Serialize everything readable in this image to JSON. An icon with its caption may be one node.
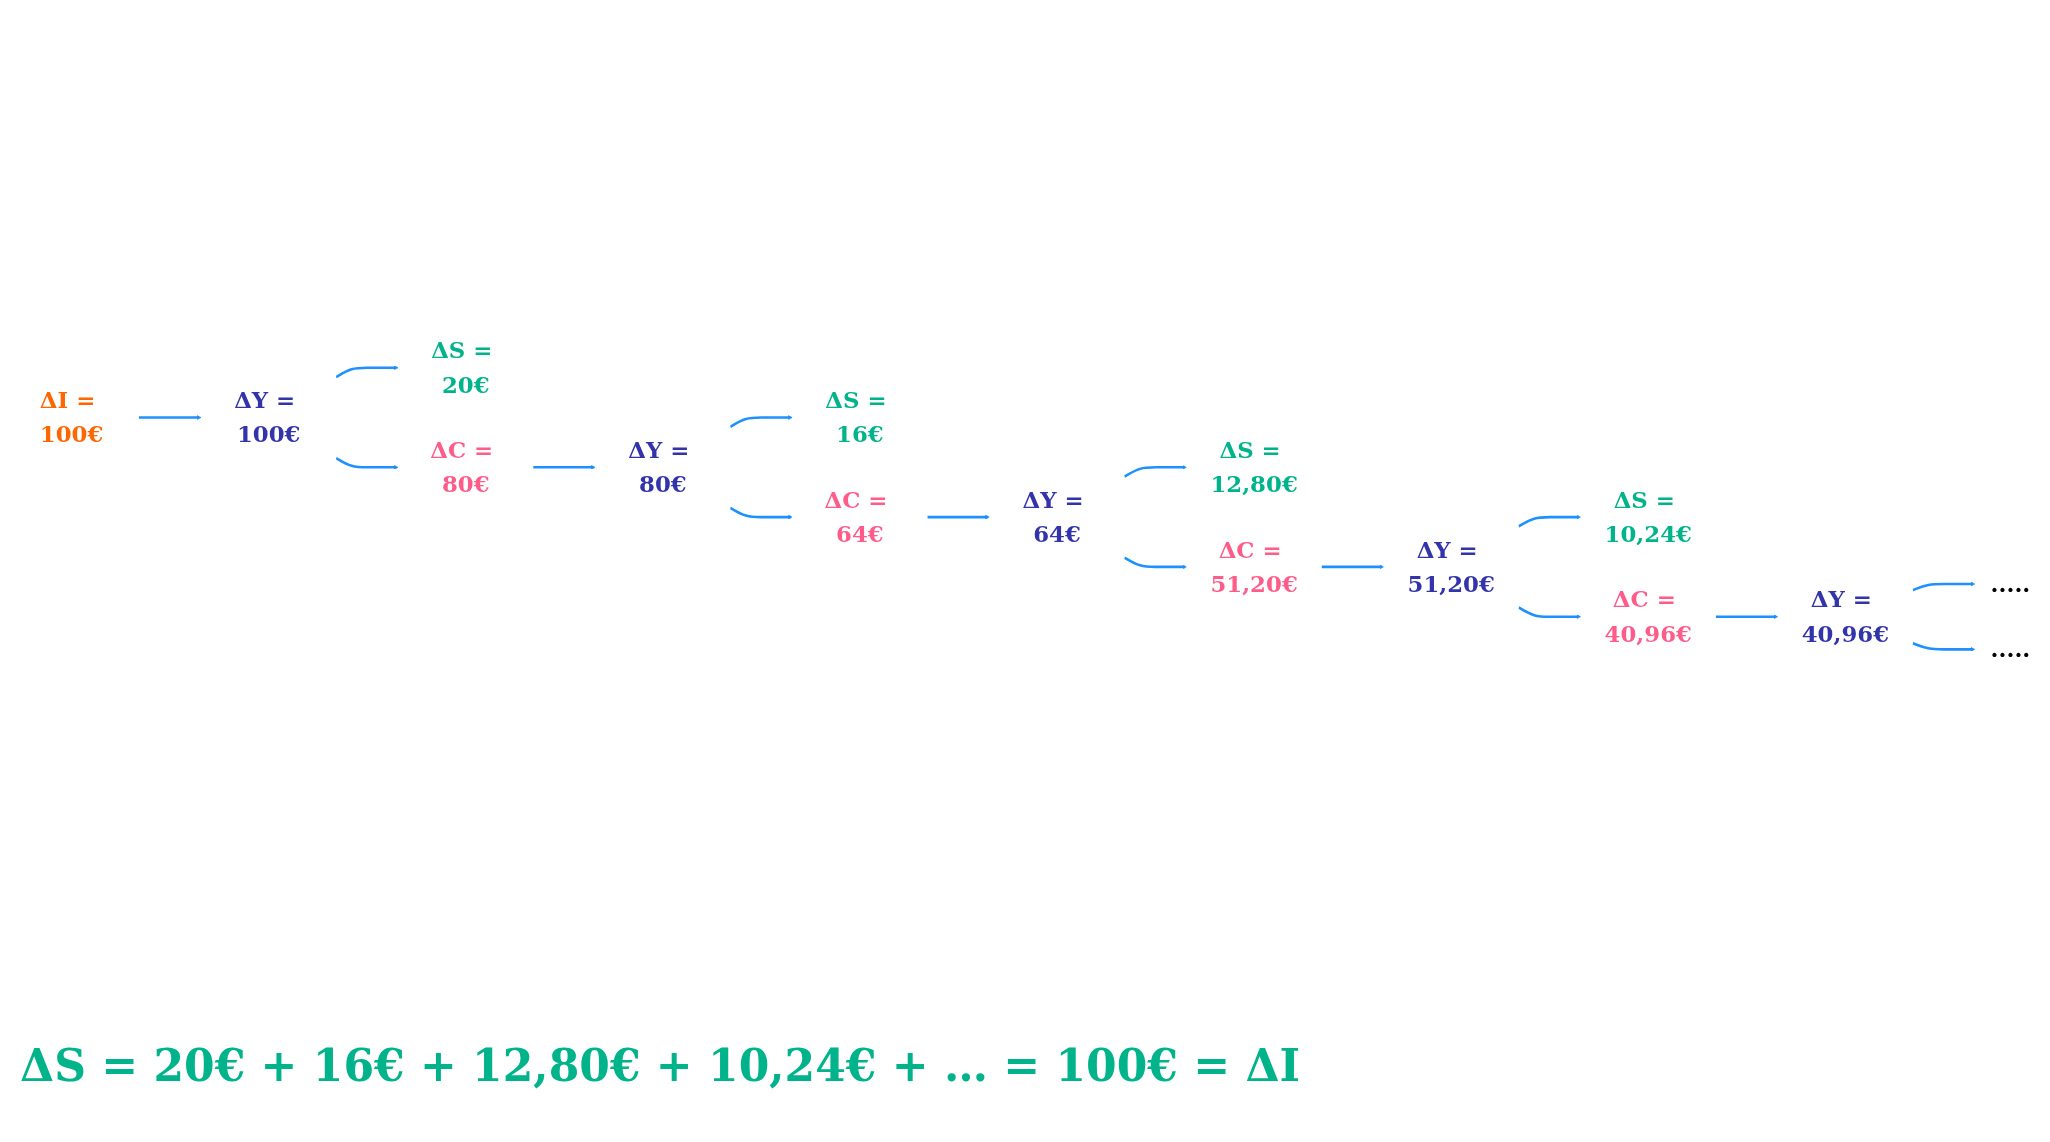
{
  "diagram": {
    "nodes": [
      {
        "text": [
          "ΔI = 100€"
        ]
      },
      {
        "text": [
          "ΔY = 100€"
        ]
      },
      {
        "text": [
          "ΔS = 20€"
        ]
      },
      {
        "text": [
          "ΔC = 80€"
        ]
      },
      {
        "text": [
          "ΔY = 80€"
        ]
      },
      {
        "text": [
          "ΔS = 16€"
        ]
      },
      {
        "text": [
          "ΔC = 64€"
        ]
      },
      {
        "text": [
          "ΔY = 64€"
        ]
      },
      {
        "text": [
          "ΔS = 12,80€"
        ]
      },
      {
        "text": [
          "ΔC = 51,20€"
        ]
      },
      {
        "text": [
          "ΔY = 51,20€"
        ]
      },
      {
        "text": [
          "ΔS = 10,24€"
        ]
      },
      {
        "text": [
          "ΔC = 40,96€"
        ]
      },
      {
        "text": [
          "ΔY = 40,96€"
        ]
      },
      {
        "text": [
          "....."
        ]
      },
      {
        "text": [
          "....."
        ]
      }
    ],
    "edges": [
      {
        "from": 0,
        "to": 1,
        "arrow": "to"
      },
      {
        "from": 1,
        "to": 2,
        "arrow": "to"
      },
      {
        "from": 1,
        "to": 3,
        "arrow": "to"
      },
      {
        "from": 3,
        "to": 4,
        "arrow": "to"
      },
      {
        "from": 4,
        "to": 5,
        "arrow": "to"
      },
      {
        "from": 4,
        "to": 6,
        "arrow": "to"
      },
      {
        "from": 6,
        "to": 7,
        "arrow": "to"
      },
      {
        "from": 7,
        "to": 8,
        "arrow": "to"
      },
      {
        "from": 7,
        "to": 9,
        "arrow": "to"
      },
      {
        "from": 9,
        "to": 10,
        "arrow": "to"
      },
      {
        "from": 10,
        "to": 11,
        "arrow": "to"
      },
      {
        "from": 10,
        "to": 12,
        "arrow": "to"
      },
      {
        "from": 12,
        "to": 13,
        "arrow": "to"
      },
      {
        "from": 13,
        "to": 14,
        "arrow": "to"
      },
      {
        "from": 13,
        "to": 15,
        "arrow": "to"
      }
    ],
    "labels": [
      "ΔS = 20€ + 16€ + 12,80€ + 10,24€ + … = 100€ = ΔI"
    ]
  }
}
